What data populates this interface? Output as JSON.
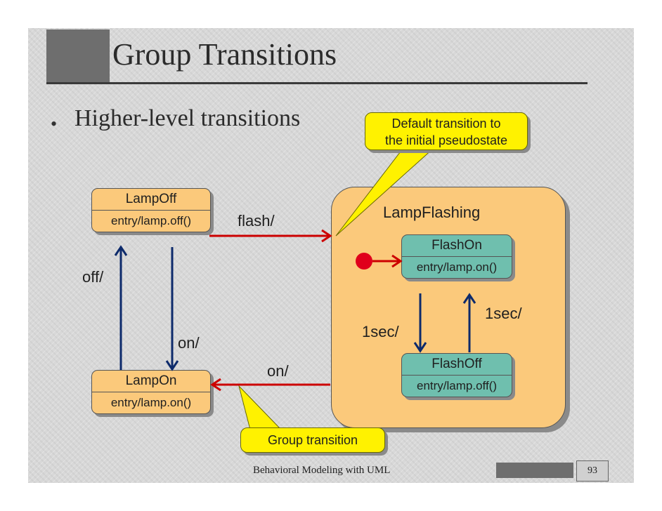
{
  "slide": {
    "title": "Group Transitions",
    "bullet": "Higher-level transitions",
    "footer": "Behavioral Modeling with UML",
    "page_number": "93"
  },
  "diagram": {
    "states": {
      "lamp_off": {
        "name": "LampOff",
        "entry": "entry/lamp.off()"
      },
      "lamp_on": {
        "name": "LampOn",
        "entry": "entry/lamp.on()"
      },
      "lamp_flashing": {
        "name": "LampFlashing"
      },
      "flash_on": {
        "name": "FlashOn",
        "entry": "entry/lamp.on()"
      },
      "flash_off": {
        "name": "FlashOff",
        "entry": "entry/lamp.off()"
      }
    },
    "transitions": {
      "flash": "flash/",
      "off": "off/",
      "on_left": "on/",
      "on_group": "on/",
      "sec_down": "1sec/",
      "sec_up": "1sec/"
    },
    "callouts": {
      "default_line1": "Default transition to",
      "default_line2": "the initial pseudostate",
      "group": "Group transition"
    },
    "colors": {
      "state_fill": "#fbc97b",
      "substate_fill": "#6fbfae",
      "callout_fill": "#fff200",
      "group_arrow": "#cc0000",
      "internal_arrow": "#0d2a6b",
      "initial_pseudostate": "#e0001b"
    }
  }
}
